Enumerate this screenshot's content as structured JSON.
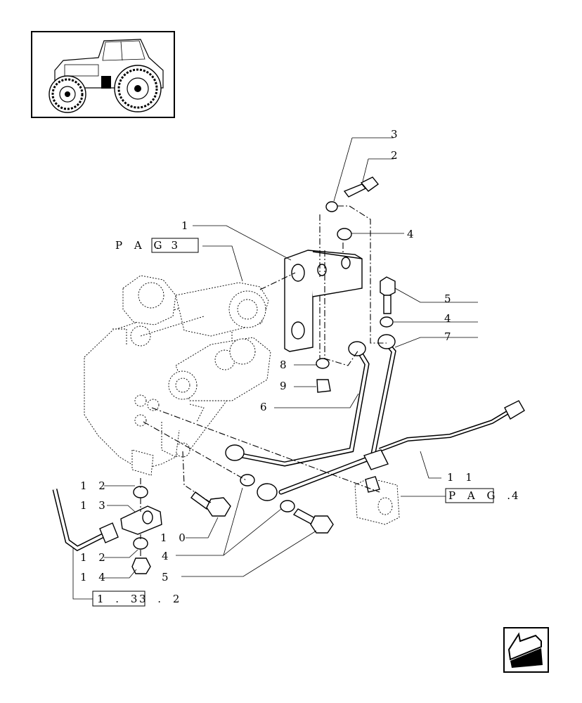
{
  "callouts": {
    "c1": "1",
    "c2": "2",
    "c3": "3",
    "c4a": "4",
    "c5a": "5",
    "c4b": "4",
    "c7": "7",
    "c8": "8",
    "c9": "9",
    "c6": "6",
    "c11": "1 1",
    "c12a": "1 2",
    "c13": "1 3",
    "c10": "1 0",
    "c12b": "1 2",
    "c4c": "4",
    "c14": "1 4",
    "c5b": "5"
  },
  "refs": {
    "pag3_prefix": "P A G",
    "pag3_box": ". 3",
    "pag4_box": "P A G .",
    "pag4_suffix": "4",
    "ref1332_box": "1 . 3",
    "ref1332_suffix": "3 . 2"
  },
  "icons": {
    "thumbnail": "tractor-thumbnail-icon",
    "nav": "next-page-arrow-icon"
  },
  "colors": {
    "ink": "#000000",
    "paper": "#ffffff"
  }
}
